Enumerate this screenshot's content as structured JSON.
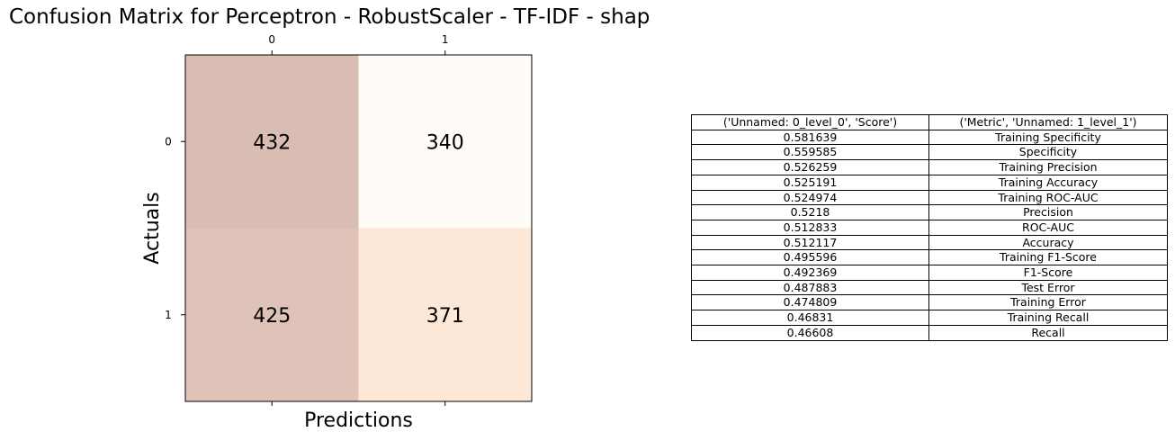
{
  "title": "Confusion Matrix for Perceptron - RobustScaler - TF-IDF - shap",
  "chart_data": [
    {
      "type": "heatmap",
      "xlabel": "Predictions",
      "ylabel": "Actuals",
      "x_tick_labels": [
        "0",
        "1"
      ],
      "y_tick_labels": [
        "0",
        "1"
      ],
      "x_ticks_position": "top",
      "matrix": [
        [
          432,
          340
        ],
        [
          425,
          371
        ]
      ],
      "cell_colors": [
        [
          "#d9bdb3",
          "#fffcf8"
        ],
        [
          "#dfc3b8",
          "#fde8d7"
        ]
      ],
      "grid": false
    },
    {
      "type": "table",
      "columns": [
        "('Unnamed: 0_level_0', 'Score')",
        "('Metric', 'Unnamed: 1_level_1')"
      ],
      "rows": [
        [
          "0.581639",
          "Training Specificity"
        ],
        [
          "0.559585",
          "Specificity"
        ],
        [
          "0.526259",
          "Training Precision"
        ],
        [
          "0.525191",
          "Training Accuracy"
        ],
        [
          "0.524974",
          "Training ROC-AUC"
        ],
        [
          "0.5218",
          "Precision"
        ],
        [
          "0.512833",
          "ROC-AUC"
        ],
        [
          "0.512117",
          "Accuracy"
        ],
        [
          "0.495596",
          "Training F1-Score"
        ],
        [
          "0.492369",
          "F1-Score"
        ],
        [
          "0.487883",
          "Test Error"
        ],
        [
          "0.474809",
          "Training Error"
        ],
        [
          "0.46831",
          "Training Recall"
        ],
        [
          "0.46608",
          "Recall"
        ]
      ]
    }
  ]
}
